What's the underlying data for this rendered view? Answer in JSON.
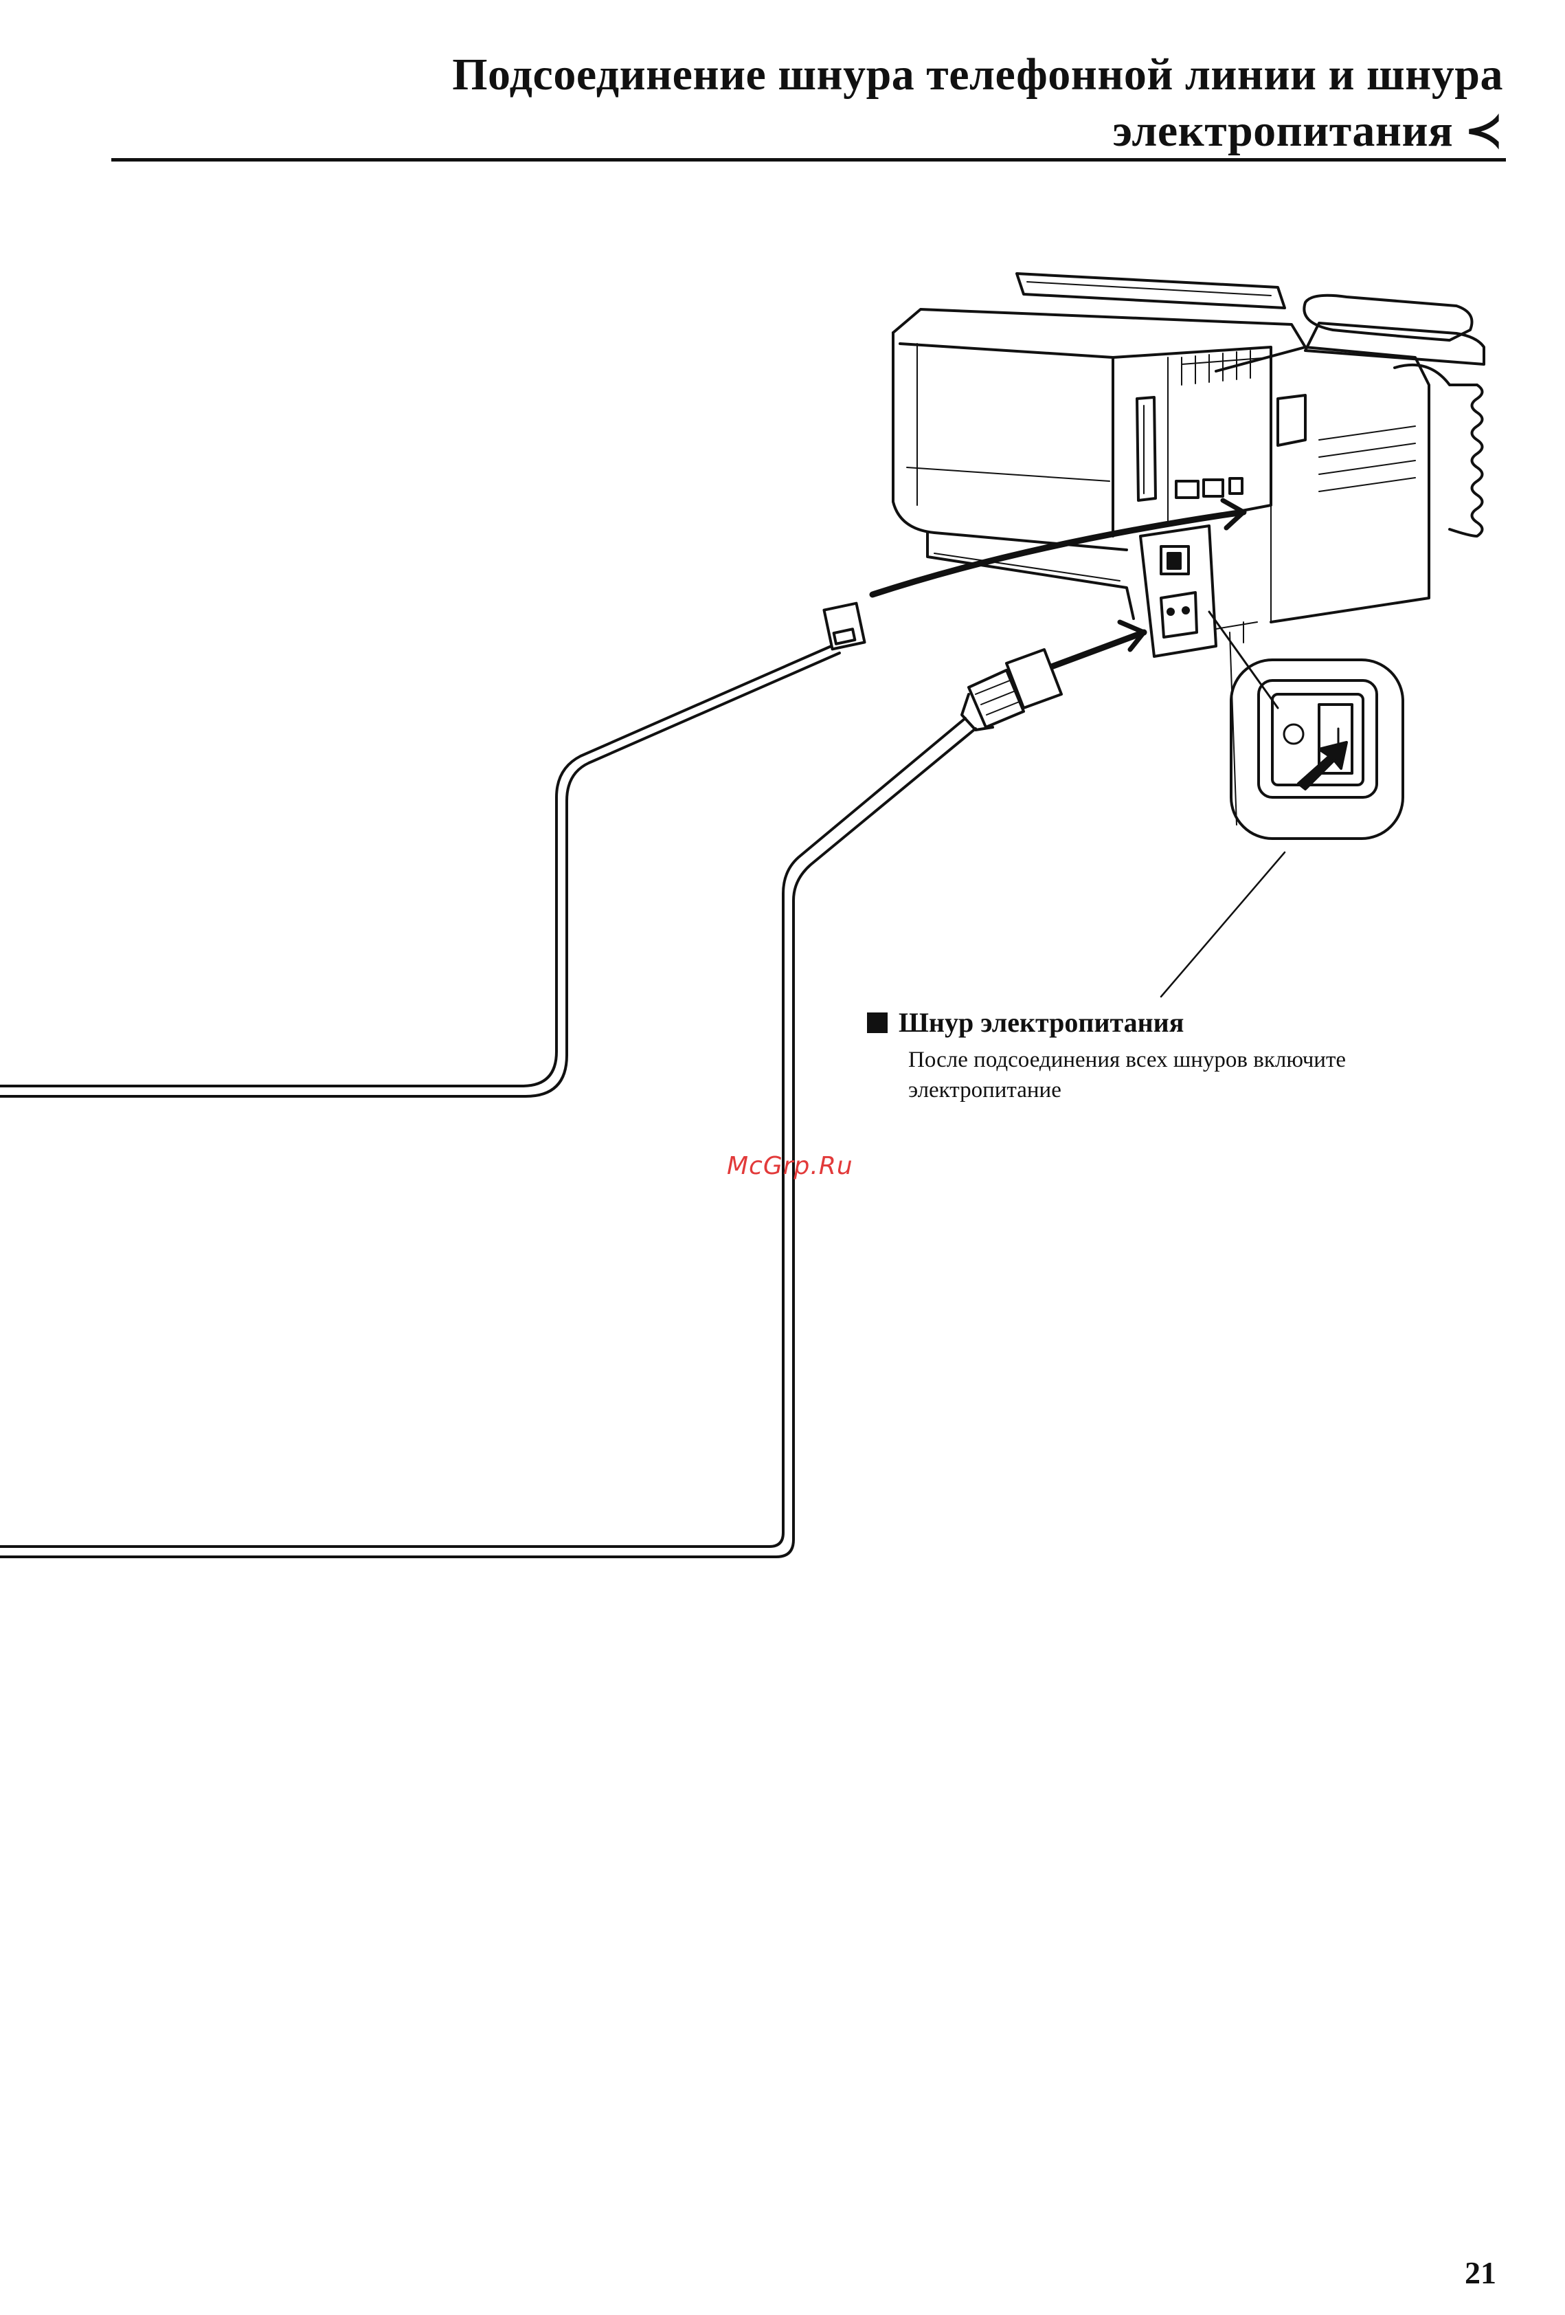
{
  "header": {
    "title_line1": "Подсоединение шнура телефонной линии и шнура",
    "title_line2": "электропитания ≺"
  },
  "callout": {
    "heading": "Шнур электропитания",
    "body": "После подсоединения всех шнуров включите электропитание"
  },
  "watermark": "McGrp.Ru",
  "page_number": "21",
  "icons": {
    "bullet": "square-bullet-icon",
    "power_switch": "power-switch-icon"
  }
}
